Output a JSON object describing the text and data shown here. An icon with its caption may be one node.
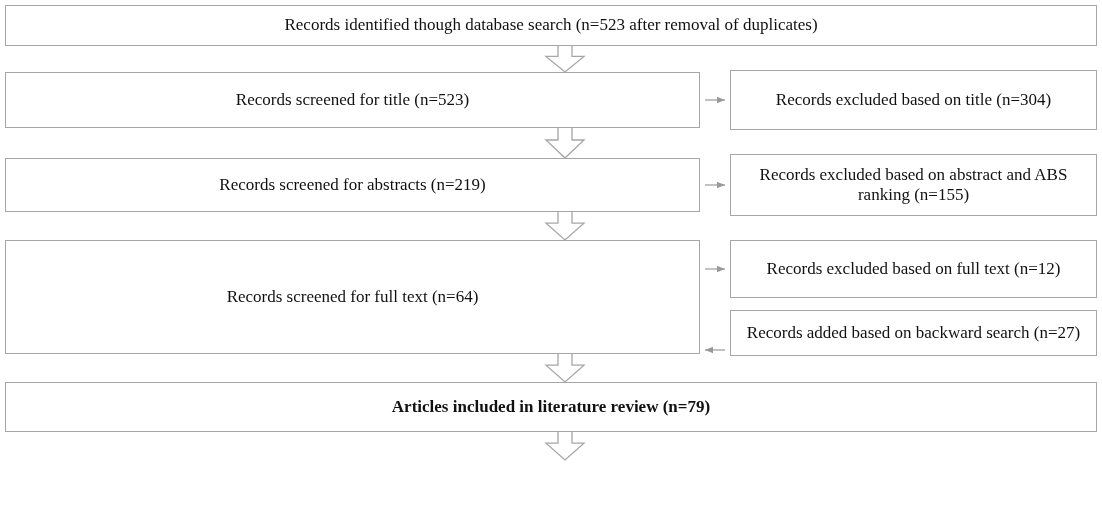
{
  "diagram": {
    "nodes": [
      {
        "text": [
          "Records identified though database search (n=523 after removal of duplicates)"
        ]
      },
      {
        "text": [
          "Records screened for title (n=523)"
        ]
      },
      {
        "text": [
          "Records excluded based on title (n=304)"
        ]
      },
      {
        "text": [
          "Records screened for abstracts (n=219)"
        ]
      },
      {
        "text": [
          "Records excluded based on abstract and ABS ranking (n=155)"
        ]
      },
      {
        "text": [
          "Records screened for full text (n=64)"
        ]
      },
      {
        "text": [
          "Records excluded based on full text (n=12)"
        ]
      },
      {
        "text": [
          "Records added based on backward search (n=27)"
        ]
      },
      {
        "text": [
          "Articles included in literature review (n=79)"
        ]
      }
    ],
    "edges": [
      {
        "from": 0,
        "to": 1,
        "arrow": "to",
        "style": "thick"
      },
      {
        "from": 1,
        "to": 2,
        "arrow": "to"
      },
      {
        "from": 1,
        "to": 3,
        "arrow": "to",
        "style": "thick"
      },
      {
        "from": 3,
        "to": 4,
        "arrow": "to"
      },
      {
        "from": 3,
        "to": 5,
        "arrow": "to",
        "style": "thick"
      },
      {
        "from": 5,
        "to": 6,
        "arrow": "to"
      },
      {
        "from": 7,
        "to": 5,
        "arrow": "to"
      },
      {
        "from": 5,
        "to": 8,
        "arrow": "to",
        "style": "thick"
      },
      {
        "from": 8,
        "to": null,
        "arrow": "to",
        "style": "thick"
      }
    ]
  }
}
